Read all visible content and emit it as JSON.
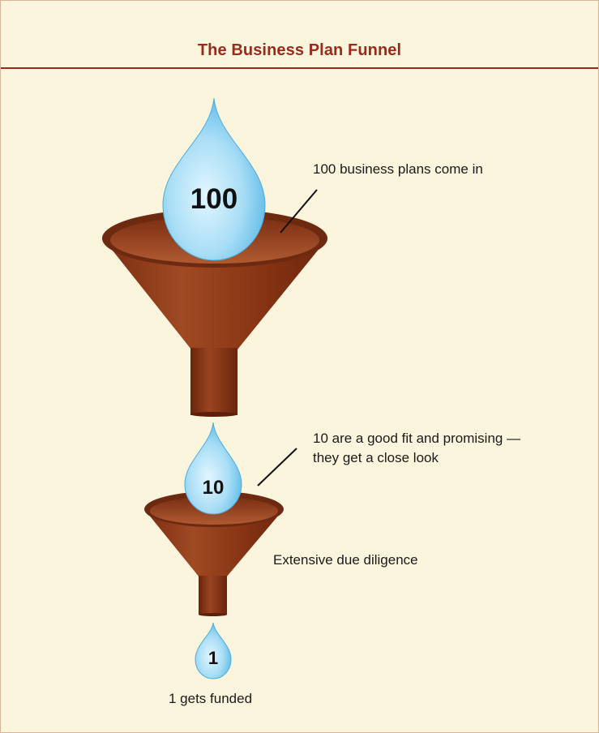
{
  "title": "The Business Plan Funnel",
  "stages": [
    {
      "drop_value": "100",
      "label": "100 business plans come in"
    },
    {
      "drop_value": "10",
      "label_lines": [
        "10 are a good fit and promising —",
        "they get a close look"
      ]
    },
    {
      "drop_value": "1",
      "label": "1 gets funded"
    }
  ],
  "middle_note": "Extensive due diligence",
  "colors": {
    "background": "#fcf5dd",
    "title": "#9a2a1c",
    "funnel": "#8b3a1a",
    "drop": "#8fd3f2"
  }
}
